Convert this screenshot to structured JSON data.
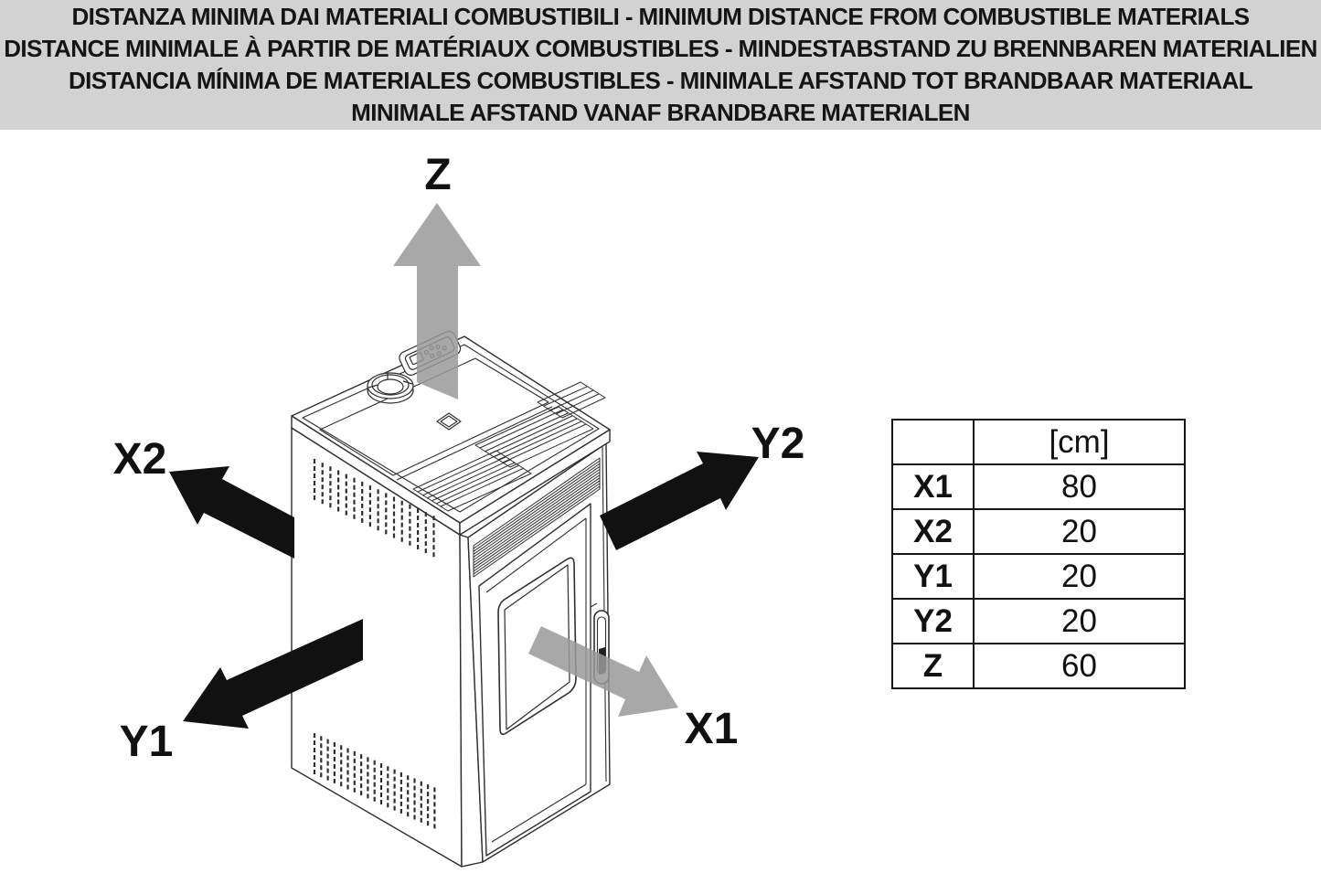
{
  "header": {
    "bg": "#d2d2d2",
    "lines": [
      "DISTANZA MINIMA DAI MATERIALI COMBUSTIBILI - MINIMUM DISTANCE FROM COMBUSTIBLE MATERIALS",
      "DISTANCE MINIMALE À PARTIR DE MATÉRIAUX COMBUSTIBLES - MINDESTABSTAND ZU BRENNBAREN MATERIALIEN",
      "DISTANCIA MÍNIMA DE MATERIALES COMBUSTIBLES - MINIMALE AFSTAND TOT BRANDBAAR MATERIAAL",
      "MINIMALE AFSTAND VANAF BRANDBARE MATERIALEN"
    ]
  },
  "diagram": {
    "labels": {
      "z": "Z",
      "x1": "X1",
      "x2": "X2",
      "y1": "Y1",
      "y2": "Y2"
    },
    "colors": {
      "black_arrow": "#111111",
      "gray_arrow": "#999999",
      "line": "#2e2e2e"
    }
  },
  "table": {
    "unit_header": "[cm]",
    "rows": [
      {
        "label": "X1",
        "value": "80"
      },
      {
        "label": "X2",
        "value": "20"
      },
      {
        "label": "Y1",
        "value": "20"
      },
      {
        "label": "Y2",
        "value": "20"
      },
      {
        "label": "Z",
        "value": "60"
      }
    ]
  }
}
